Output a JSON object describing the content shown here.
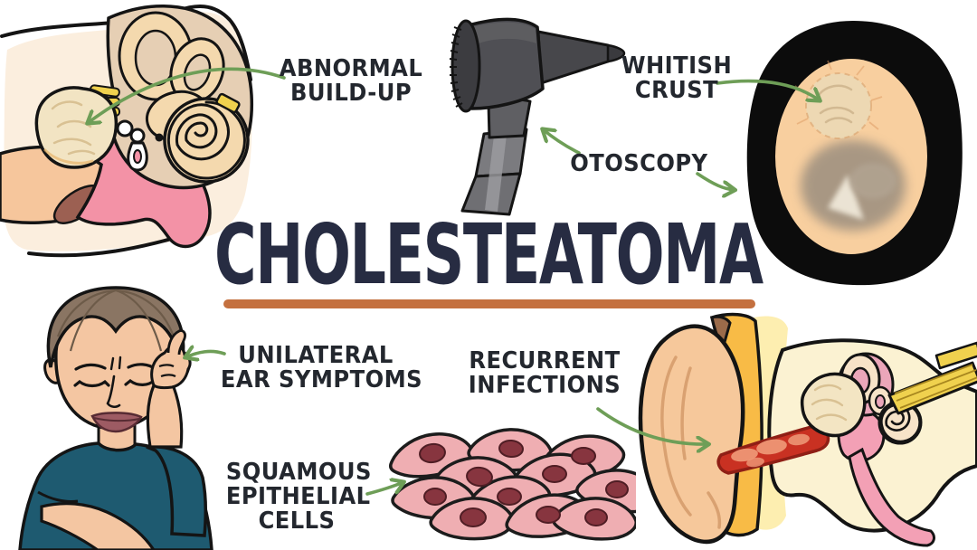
{
  "title": {
    "text": "CHOLESTEATOMA"
  },
  "labels": {
    "abnormal_buildup": {
      "line1": "ABNORMAL",
      "line2": "BUILD-UP"
    },
    "whitish_crust": {
      "line1": "WHITISH",
      "line2": "CRUST"
    },
    "otoscopy": {
      "text": "OTOSCOPY"
    },
    "unilateral_ear_symptoms": {
      "line1": "UNILATERAL",
      "line2": "EAR SYMPTOMS"
    },
    "recurrent_infections": {
      "line1": "RECURRENT",
      "line2": "INFECTIONS"
    },
    "squamous_epithelial_cells": {
      "line1": "SQUAMOUS",
      "line2": "EPITHELIAL",
      "line3": "CELLS"
    }
  },
  "illustrations": {
    "ear_cross_section": "middle-ear-cross-section-with-cholesteatoma-mass",
    "otoscope": "otoscope-device",
    "otoscopic_view": "otoscopic-view-with-whitish-crust",
    "patient": "person-holding-painful-ear",
    "squamous_cells": "squamous-epithelial-cell-cluster",
    "outer_ear_cross_section": "ear-cross-section-with-inflamed-canal"
  },
  "colors": {
    "arrow_green": "#6e9e57",
    "title_navy": "#272c42",
    "underline_orange": "#c4703f",
    "label_ink": "#23272e",
    "skin_peach": "#f4c6a2",
    "shirt_teal": "#1e5a70",
    "hair_brown": "#8a7563",
    "cell_pink": "#efaeb2",
    "nucleus_maroon": "#87353f",
    "inflamed_red": "#c93122",
    "mass_cream": "#f2e4c3",
    "cavity_pink": "#f392a6",
    "bone_cream": "#fbf2d2",
    "cartilage_yellow": "#f8bb46",
    "nerve_yellow": "#f0d14e",
    "otoscope_gray": "#55555a"
  },
  "arrows": [
    {
      "name": "arrow-abnormal-buildup"
    },
    {
      "name": "arrow-otoscopy-to-device"
    },
    {
      "name": "arrow-otoscopy-to-view"
    },
    {
      "name": "arrow-whitish-crust"
    },
    {
      "name": "arrow-unilateral-symptoms"
    },
    {
      "name": "arrow-recurrent-infections"
    },
    {
      "name": "arrow-squamous-cells"
    }
  ]
}
